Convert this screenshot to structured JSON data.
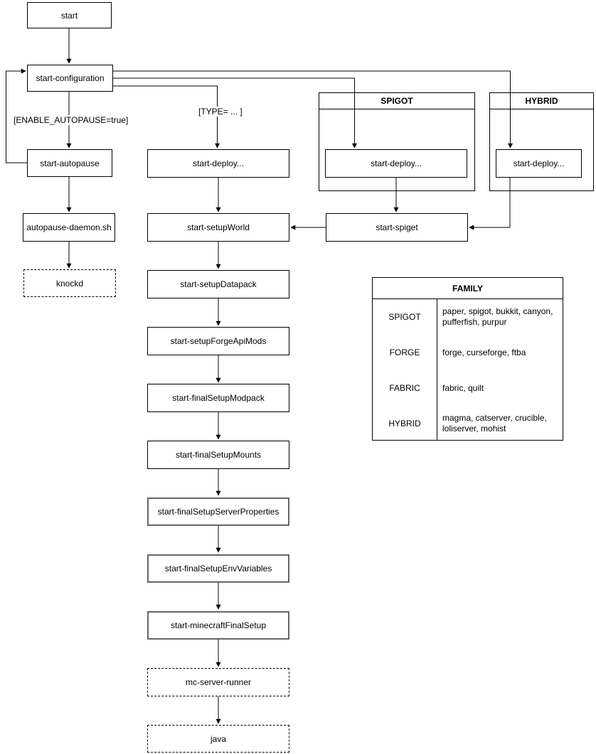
{
  "diagram": {
    "nodes": {
      "start": "start",
      "start_configuration": "start-configuration",
      "start_autopause": "start-autopause",
      "autopause_daemon": "autopause-daemon.sh",
      "knockd": "knockd",
      "start_deploy_main": "start-deploy...",
      "start_setup_world": "start-setupWorld",
      "start_setup_datapack": "start-setupDatapack",
      "start_setup_forge_api_mods": "start-setupForgeApiMods",
      "start_final_setup_modpack": "start-finalSetupModpack",
      "start_final_setup_mounts": "start-finalSetupMounts",
      "start_final_setup_server_properties": "start-finalSetupServerProperties",
      "start_final_setup_env_variables": "start-finalSetupEnvVariables",
      "start_minecraft_final_setup": "start-minecraftFinalSetup",
      "mc_server_runner": "mc-server-runner",
      "java": "java",
      "spigot_group_title": "SPIGOT",
      "spigot_start_deploy": "start-deploy...",
      "hybrid_group_title": "HYBRID",
      "hybrid_start_deploy": "start-deploy...",
      "start_spiget": "start-spiget"
    },
    "edge_labels": {
      "enable_autopause": "[ENABLE_AUTOPAUSE=true]",
      "type": "[TYPE= ... ]"
    },
    "family_table": {
      "title": "FAMILY",
      "rows": [
        {
          "family": "SPIGOT",
          "members": "paper, spigot, bukkit, canyon, pufferfish, purpur"
        },
        {
          "family": "FORGE",
          "members": "forge, curseforge, ftba"
        },
        {
          "family": "FABRIC",
          "members": "fabric, quilt"
        },
        {
          "family": "HYBRID",
          "members": "magma, catserver, crucible, loliserver, mohist"
        }
      ]
    },
    "colors": {
      "background": "#ffffff",
      "line": "#000000",
      "secondary_border": "#666666",
      "text": "#000000"
    }
  }
}
